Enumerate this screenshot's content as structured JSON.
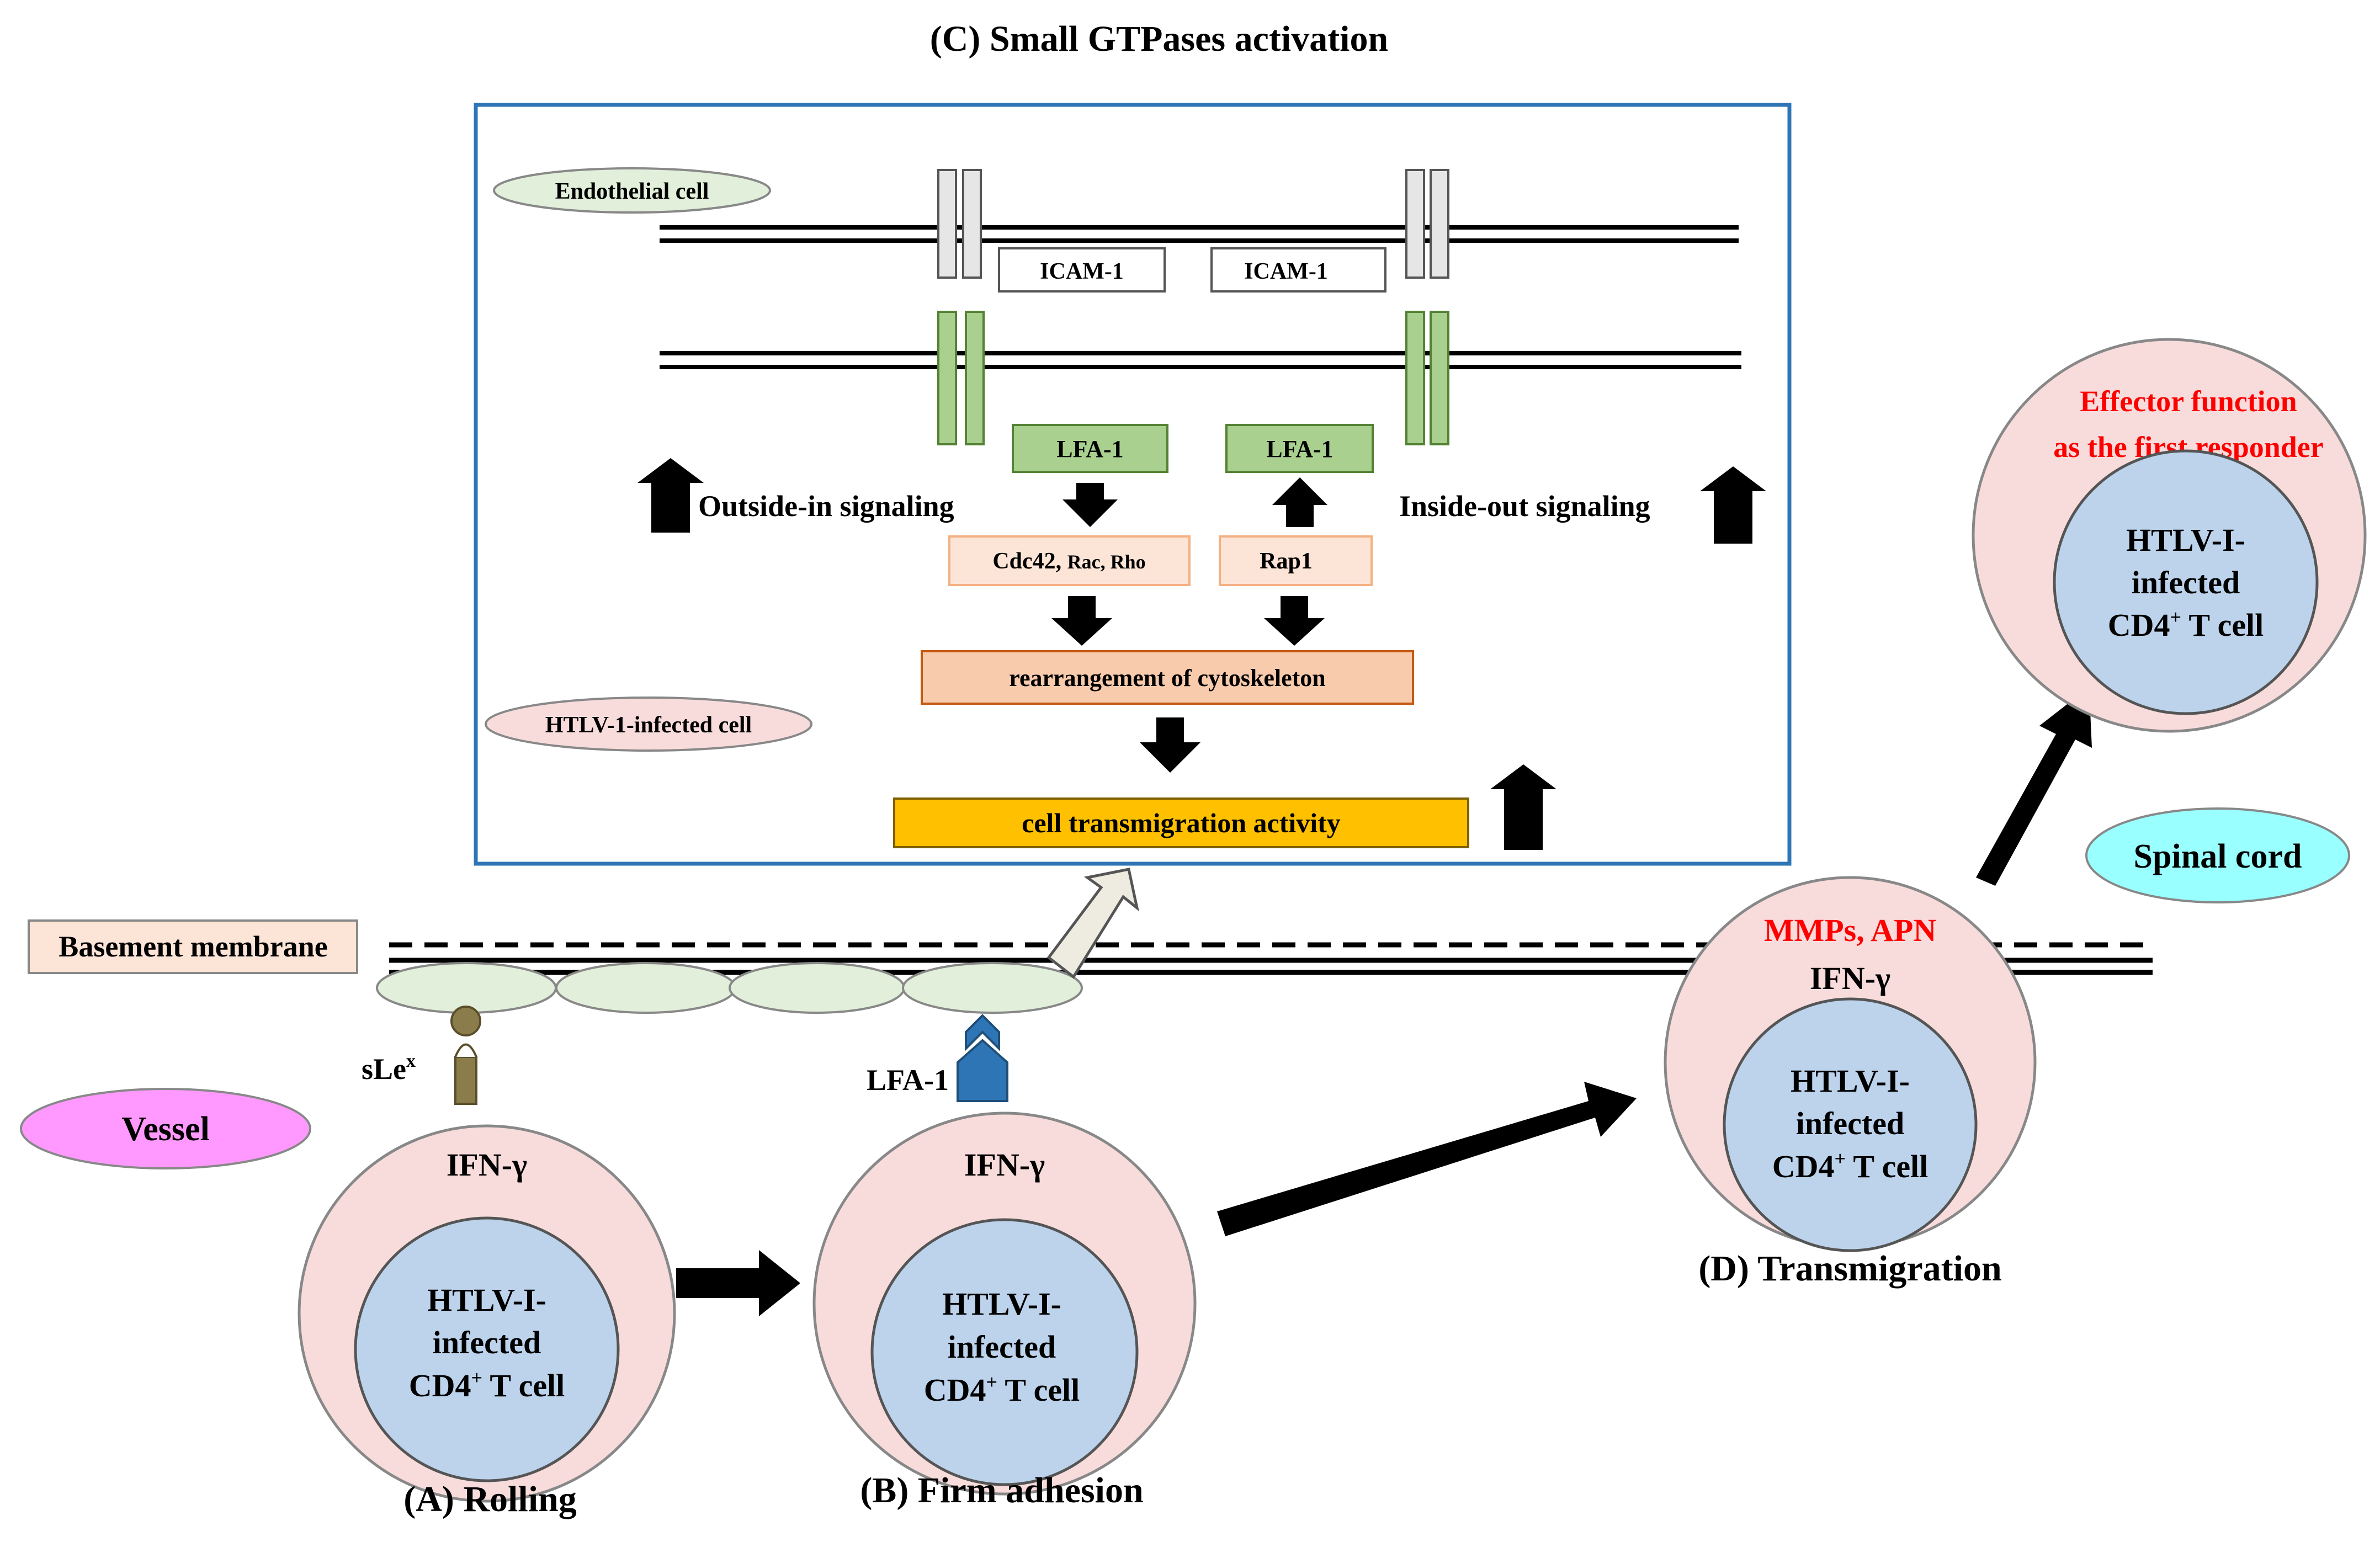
{
  "title": "(C) Small GTPases activation",
  "panel": {
    "endothelial_label": "Endothelial  cell",
    "infected_label": "HTLV-1-infected   cell",
    "icam_left": "ICAM-1",
    "icam_right": "ICAM-1",
    "lfa_left": "LFA-1",
    "lfa_right": "LFA-1",
    "outside_in": "Outside-in  signaling",
    "inside_out": "Inside-out  signaling",
    "cdc42_main": "Cdc42, ",
    "cdc42_small": "Rac, Rho",
    "rap1": "Rap1",
    "rearrangement": "rearrangement  of cytoskeleton",
    "transmigration_activity": "cell transmigration   activity"
  },
  "labels": {
    "basement_membrane": "Basement membrane",
    "vessel": "Vessel",
    "spinal_cord": "Spinal cord",
    "slex_base": "sLe",
    "slex_sup": "x",
    "lfa1": "LFA-1",
    "ifn": "IFN-γ",
    "mmps": "MMPs, APN",
    "effector_line1": "Effector  function",
    "effector_line2": "as the first responder"
  },
  "cell_text": {
    "line1": "HTLV-I-",
    "line2": "infected",
    "line3_base": "CD4",
    "line3_sup": "+",
    "line3_rest": " T cell"
  },
  "stages": {
    "a": "(A) Rolling",
    "b": "(B) Firm adhesion",
    "d": "(D) Transmigration"
  },
  "colors": {
    "outer_cell": "#f8dcdc",
    "inner_cell": "#bdd3ec",
    "membrane_green": "#a9d08e",
    "panel_border": "#2e75b6",
    "red_text": "#ff0000",
    "gold_bar": "#ffc000",
    "peach": "#f8cbad",
    "light_peach": "#fce4d6",
    "vessel_pink": "#ff99ff",
    "spinal_cyan": "#99ffff",
    "endothelium": "#e2efda"
  }
}
